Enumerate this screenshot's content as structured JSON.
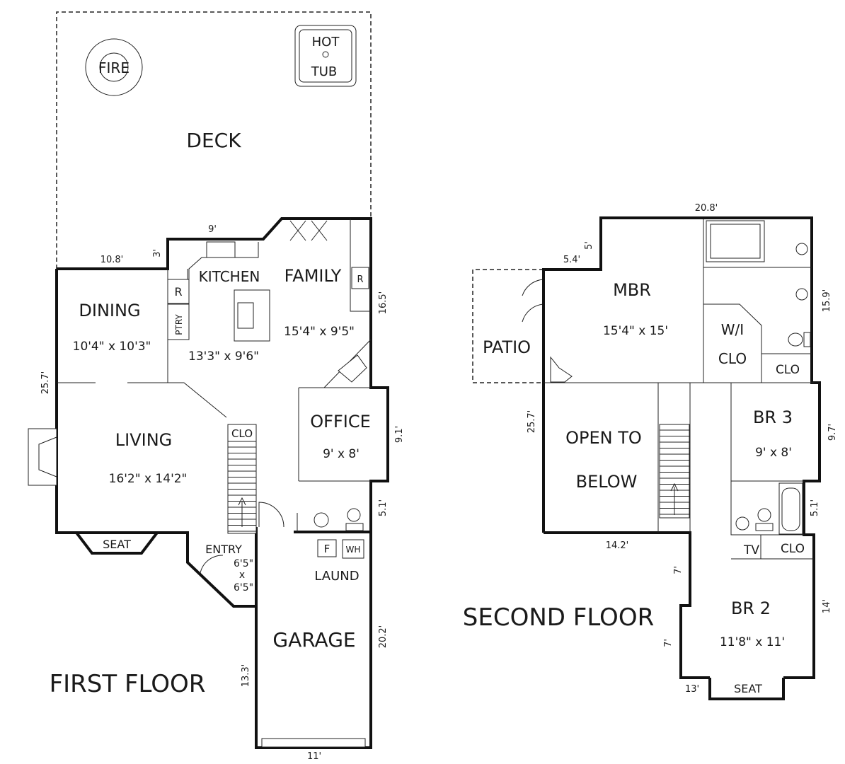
{
  "first_floor": {
    "title": "FIRST FLOOR",
    "rooms": {
      "deck": "DECK",
      "fire": "FIRE",
      "hot_tub_1": "HOT",
      "hot_tub_2": "TUB",
      "dining": "DINING",
      "dining_size": "10'4\" x 10'3\"",
      "kitchen": "KITCHEN",
      "kitchen_size": "13'3\" x 9'6\"",
      "family": "FAMILY",
      "family_size": "15'4\" x 9'5\"",
      "pantry": "PTRY",
      "fridge_1": "R",
      "fridge_2": "R",
      "living": "LIVING",
      "living_size": "16'2\" x 14'2\"",
      "closet": "CLO",
      "office": "OFFICE",
      "office_size": "9' x 8'",
      "seat": "SEAT",
      "entry": "ENTRY",
      "entry_size_1": "6'5\"",
      "entry_size_2": "x",
      "entry_size_3": "6'5\"",
      "furnace": "F",
      "water_heater": "WH",
      "laundry": "LAUND",
      "garage": "GARAGE"
    },
    "dimensions": {
      "kitchen_top": "9'",
      "dining_top": "10.8'",
      "kitchen_step": "3'",
      "family_right": "16.5'",
      "left": "25.7'",
      "office_right": "9.1'",
      "laundry_right": "5.1'",
      "garage_right": "20.2'",
      "garage_left": "13.3'",
      "garage_bottom": "11'"
    }
  },
  "second_floor": {
    "title": "SECOND FLOOR",
    "rooms": {
      "patio": "PATIO",
      "mbr": "MBR",
      "mbr_size": "15'4\" x 15'",
      "wic_1": "W/I",
      "wic_2": "CLO",
      "clo_bath": "CLO",
      "br3": "BR 3",
      "br3_size": "9' x 8'",
      "open_1": "OPEN TO",
      "open_2": "BELOW",
      "tv": "TV",
      "clo_hall": "CLO",
      "br2": "BR 2",
      "br2_size": "11'8\" x 11'",
      "seat": "SEAT"
    },
    "dimensions": {
      "top": "20.8'",
      "step_v": "5'",
      "step_h": "5.4'",
      "right_top": "15.9'",
      "left": "25.7'",
      "br3_right": "9.7'",
      "bath_right": "5.1'",
      "open_bottom": "14.2'",
      "br2_left_top": "7'",
      "br2_left_bottom": "7'",
      "br2_right": "14'",
      "br2_bottom": "13'"
    }
  }
}
